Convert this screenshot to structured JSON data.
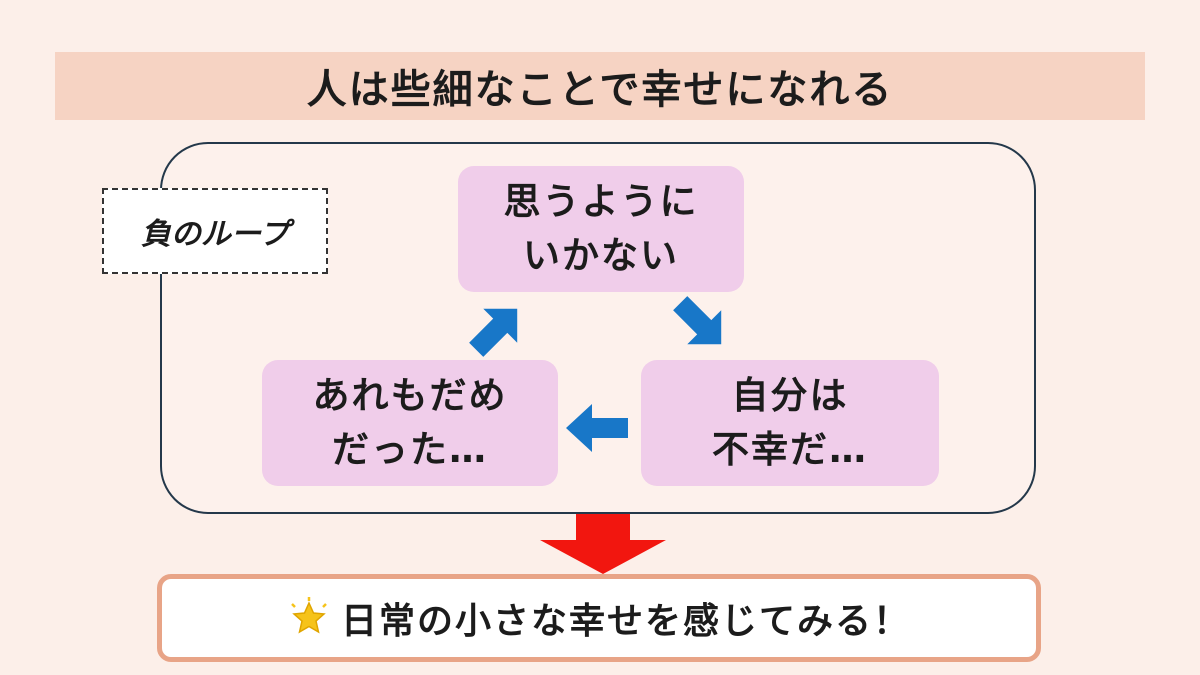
{
  "title": "人は些細なことで幸せになれる",
  "loop_label": "負のループ",
  "nodes": {
    "top": {
      "line1": "思うように",
      "line2": "いかない"
    },
    "right": {
      "line1": "自分は",
      "line2": "不幸だ…"
    },
    "left": {
      "line1": "あれもだめ",
      "line2": "だった…"
    }
  },
  "conclusion": {
    "icon": "star-icon",
    "text": "日常の小さな幸せを感じてみる！"
  },
  "colors": {
    "background": "#fcefe9",
    "title_band": "#f6d3c3",
    "node_fill": "#f0cdea",
    "loop_arrow": "#1877c8",
    "down_arrow": "#f2160f",
    "conclusion_border": "#e8a487",
    "star": "#f6c31a"
  }
}
